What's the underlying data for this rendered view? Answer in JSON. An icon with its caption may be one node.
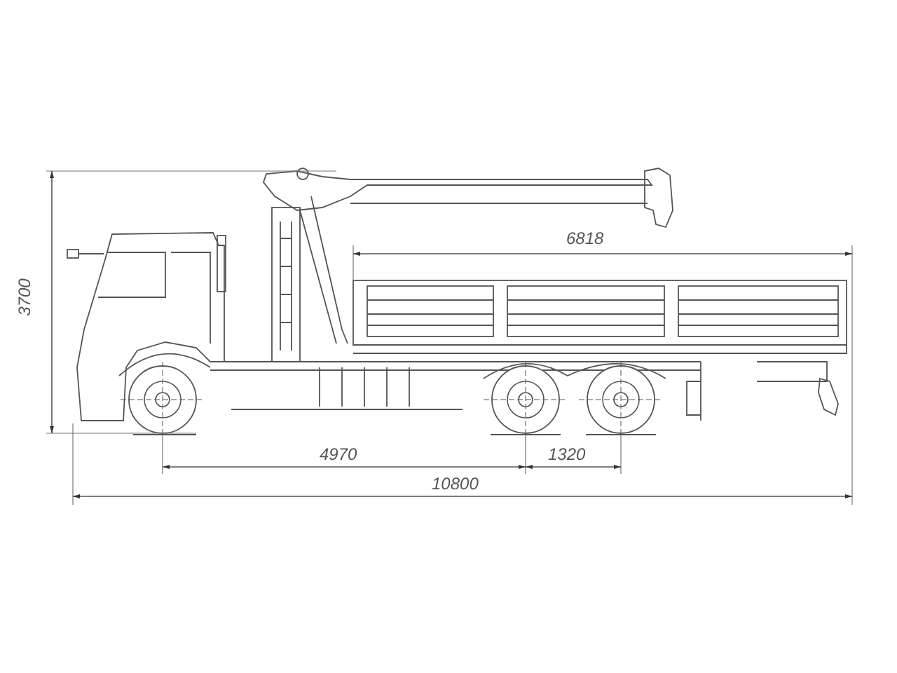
{
  "diagram": {
    "labels": [
      "6818",
      "3700",
      "4970",
      "1320",
      "10800"
    ]
  }
}
